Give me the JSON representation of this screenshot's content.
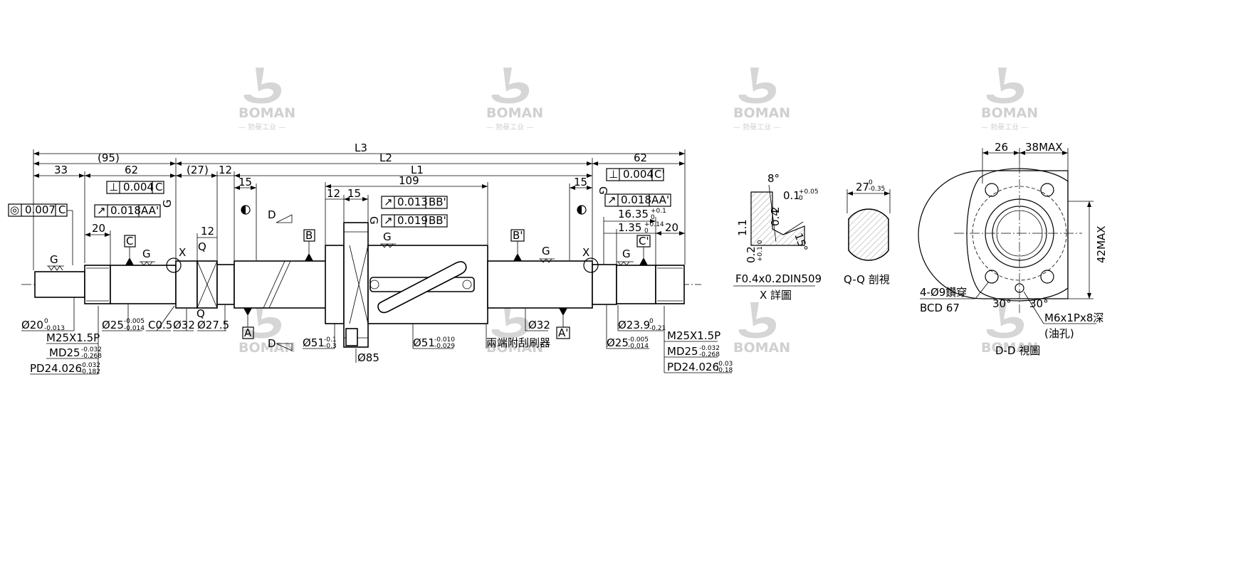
{
  "watermark": {
    "brand": "BOMAN",
    "subtitle": "— 勃曼工业 —"
  },
  "dims": {
    "L3": "L3",
    "L2": "L2",
    "L1": "L1",
    "d95": "(95)",
    "d33": "33",
    "d62a": "62",
    "d27": "(27)",
    "d12a": "12",
    "d15a": "15",
    "d12b": "12",
    "d15b": "15",
    "d109": "109",
    "d15c": "15",
    "d62b": "62",
    "d20a": "20",
    "d12c": "12",
    "d20b": "20",
    "d16_35": "16.35",
    "d16_35_tol_up": "+0.1",
    "d16_35_tol_lo": "0",
    "d1_35": "1.35",
    "d1_35_tol_up": "+0.14",
    "d1_35_tol_lo": "0"
  },
  "tolerance_frames": {
    "f1": {
      "symbol": "◎",
      "value": "0.007",
      "datum": "C"
    },
    "f2": {
      "symbol": "⊥",
      "value": "0.004",
      "datum": "C"
    },
    "f3": {
      "symbol": "↗",
      "value": "0.018",
      "datum": "AA'"
    },
    "f4": {
      "symbol": "↗",
      "value": "0.013",
      "datum": "BB'"
    },
    "f5": {
      "symbol": "↗",
      "value": "0.019",
      "datum": "BB'"
    },
    "f6": {
      "symbol": "⊥",
      "value": "0.004",
      "datum": "C'"
    },
    "f7": {
      "symbol": "↗",
      "value": "0.018",
      "datum": "AA'"
    }
  },
  "datums": {
    "A": "A",
    "A2": "A'",
    "B": "B",
    "B2": "B'",
    "C": "C",
    "C2": "C'"
  },
  "labels": {
    "G": "G",
    "X": "X",
    "Q": "Q",
    "D": "D",
    "dia20": "Ø20",
    "dia20_up": "0",
    "dia20_lo": "-0.013",
    "dia25a": "Ø25",
    "dia25a_up": "-0.005",
    "dia25a_lo": "-0.014",
    "c05": "C0.5",
    "dia32a": "Ø32",
    "dia27_5": "Ø27.5",
    "dia51a": "Ø51",
    "dia51a_up": "-0.1",
    "dia51a_lo": "-0.3",
    "dia85": "Ø85",
    "dia51b": "Ø51",
    "dia51b_up": "-0.010",
    "dia51b_lo": "-0.029",
    "dia32b": "Ø32",
    "wiper": "兩端附刮刷器",
    "dia23_9": "Ø23.9",
    "dia23_9_up": "0",
    "dia23_9_lo": "-0.21",
    "dia25b": "Ø25",
    "dia25b_up": "-0.005",
    "dia25b_lo": "-0.014",
    "m25_left": "M25X1.5P",
    "md25_left": "MD25",
    "md25_left_up": "-0.032",
    "md25_left_lo": "-0.268",
    "pd_left": "PD24.026",
    "pd_left_up": "-0.032",
    "pd_left_lo": "-0.182",
    "m25_right": "M25X1.5P",
    "md25_right": "MD25",
    "md25_right_up": "-0.032",
    "md25_right_lo": "-0.268",
    "pd_right": "PD24.026",
    "pd_right_up": "-0.03",
    "pd_right_lo": "-0.18"
  },
  "detail_x": {
    "angle": "8°",
    "dim01": "0.1",
    "dim01_up": "+0.05",
    "dim01_lo": "0",
    "dim11": "1.1",
    "dim2": "2",
    "dim04": "0.4",
    "dim02": "0.2",
    "dim02_tol": "+0.1 0",
    "angle15": "15°",
    "spec": "F0.4x0.2DIN509",
    "title": "X 詳圖"
  },
  "detail_q": {
    "dim": "27",
    "dim_up": "0",
    "dim_lo": "-0.35",
    "title": "Q-Q 剖視"
  },
  "detail_d": {
    "d26": "26",
    "d38max": "38MAX",
    "d42max": "42MAX",
    "holes": "4-Ø9鑽穿",
    "bcd": "BCD 67",
    "a30a": "30°",
    "a30b": "30°",
    "oil": "M6x1Px8深",
    "oil2": "(油孔)",
    "title": "D-D 視圖"
  }
}
